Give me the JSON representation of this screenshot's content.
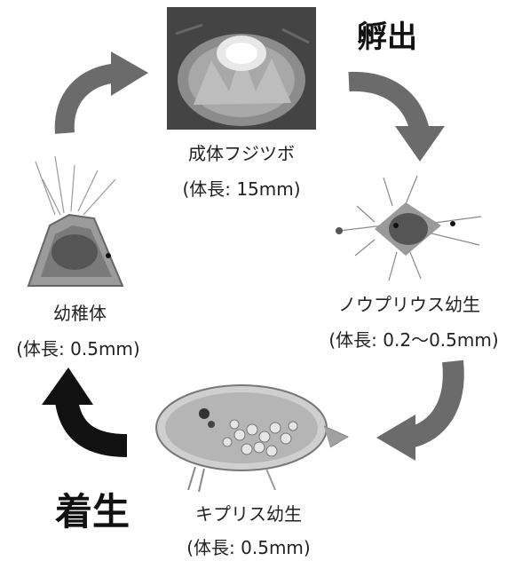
{
  "stages": {
    "adult": {
      "name": "成体フジツボ",
      "size": "(体長: 15mm)",
      "illustration": "barnacle-adult"
    },
    "nauplius": {
      "name": "ノウプリウス幼生",
      "size": "(体長: 0.2〜0.5mm)",
      "illustration": "nauplius-larva"
    },
    "cypris": {
      "name": "キプリス幼生",
      "size": "(体長: 0.5mm)",
      "illustration": "cypris-larva"
    },
    "juvenile": {
      "name": "幼稚体",
      "size": "(体長: 0.5mm)",
      "illustration": "juvenile-barnacle"
    }
  },
  "events": {
    "hatching": "孵出",
    "settlement": "着生"
  },
  "colors": {
    "arrow_gray": "#6b6b6b",
    "arrow_black": "#111111",
    "text": "#222222"
  }
}
